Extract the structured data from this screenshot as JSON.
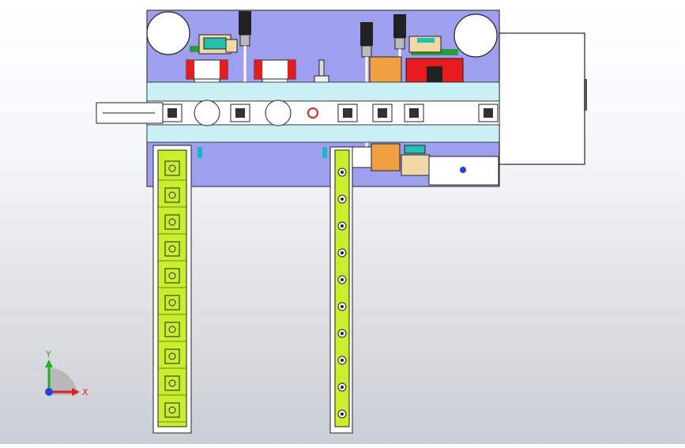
{
  "view": {
    "type": "cad-assembly-top-view",
    "background": "gradient-white-to-grey"
  },
  "triad": {
    "x_label": "X",
    "y_label": "Y",
    "x_color": "#e02020",
    "y_color": "#20b020",
    "z_color": "#2040e0"
  },
  "colors": {
    "base_plate": "#9f9ff0",
    "rail": "#c9f0f4",
    "conveyor": "#c8ef2a",
    "cabinet": "#ffffff",
    "stop_block": "#e81c1c",
    "housing": "#f0d9a5",
    "sensor": "#17b5c9",
    "motor": "#222222"
  },
  "conveyors": {
    "left_links": 10,
    "right_links": 10
  },
  "rail_fixtures": {
    "count": 6
  }
}
